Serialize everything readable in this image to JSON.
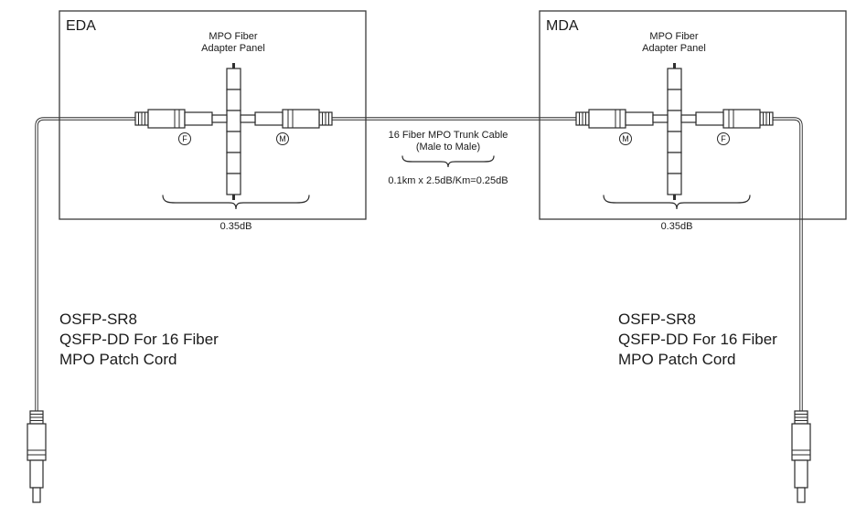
{
  "diagram": {
    "eda": {
      "title": "EDA",
      "panel_label_line1": "MPO Fiber",
      "panel_label_line2": "Adapter Panel",
      "left_connector_gender": "F",
      "right_connector_gender": "M",
      "panel_loss": "0.35dB",
      "patch_cord_line1": "OSFP-SR8",
      "patch_cord_line2": "QSFP-DD For 16 Fiber",
      "patch_cord_line3": "MPO Patch Cord"
    },
    "mda": {
      "title": "MDA",
      "panel_label_line1": "MPO Fiber",
      "panel_label_line2": "Adapter Panel",
      "left_connector_gender": "M",
      "right_connector_gender": "F",
      "panel_loss": "0.35dB",
      "patch_cord_line1": "OSFP-SR8",
      "patch_cord_line2": "QSFP-DD For 16 Fiber",
      "patch_cord_line3": "MPO Patch Cord"
    },
    "trunk": {
      "label_line1": "16 Fiber MPO Trunk Cable",
      "label_line2": "(Male to Male)",
      "loss_calc": "0.1km x 2.5dB/Km=0.25dB"
    }
  }
}
